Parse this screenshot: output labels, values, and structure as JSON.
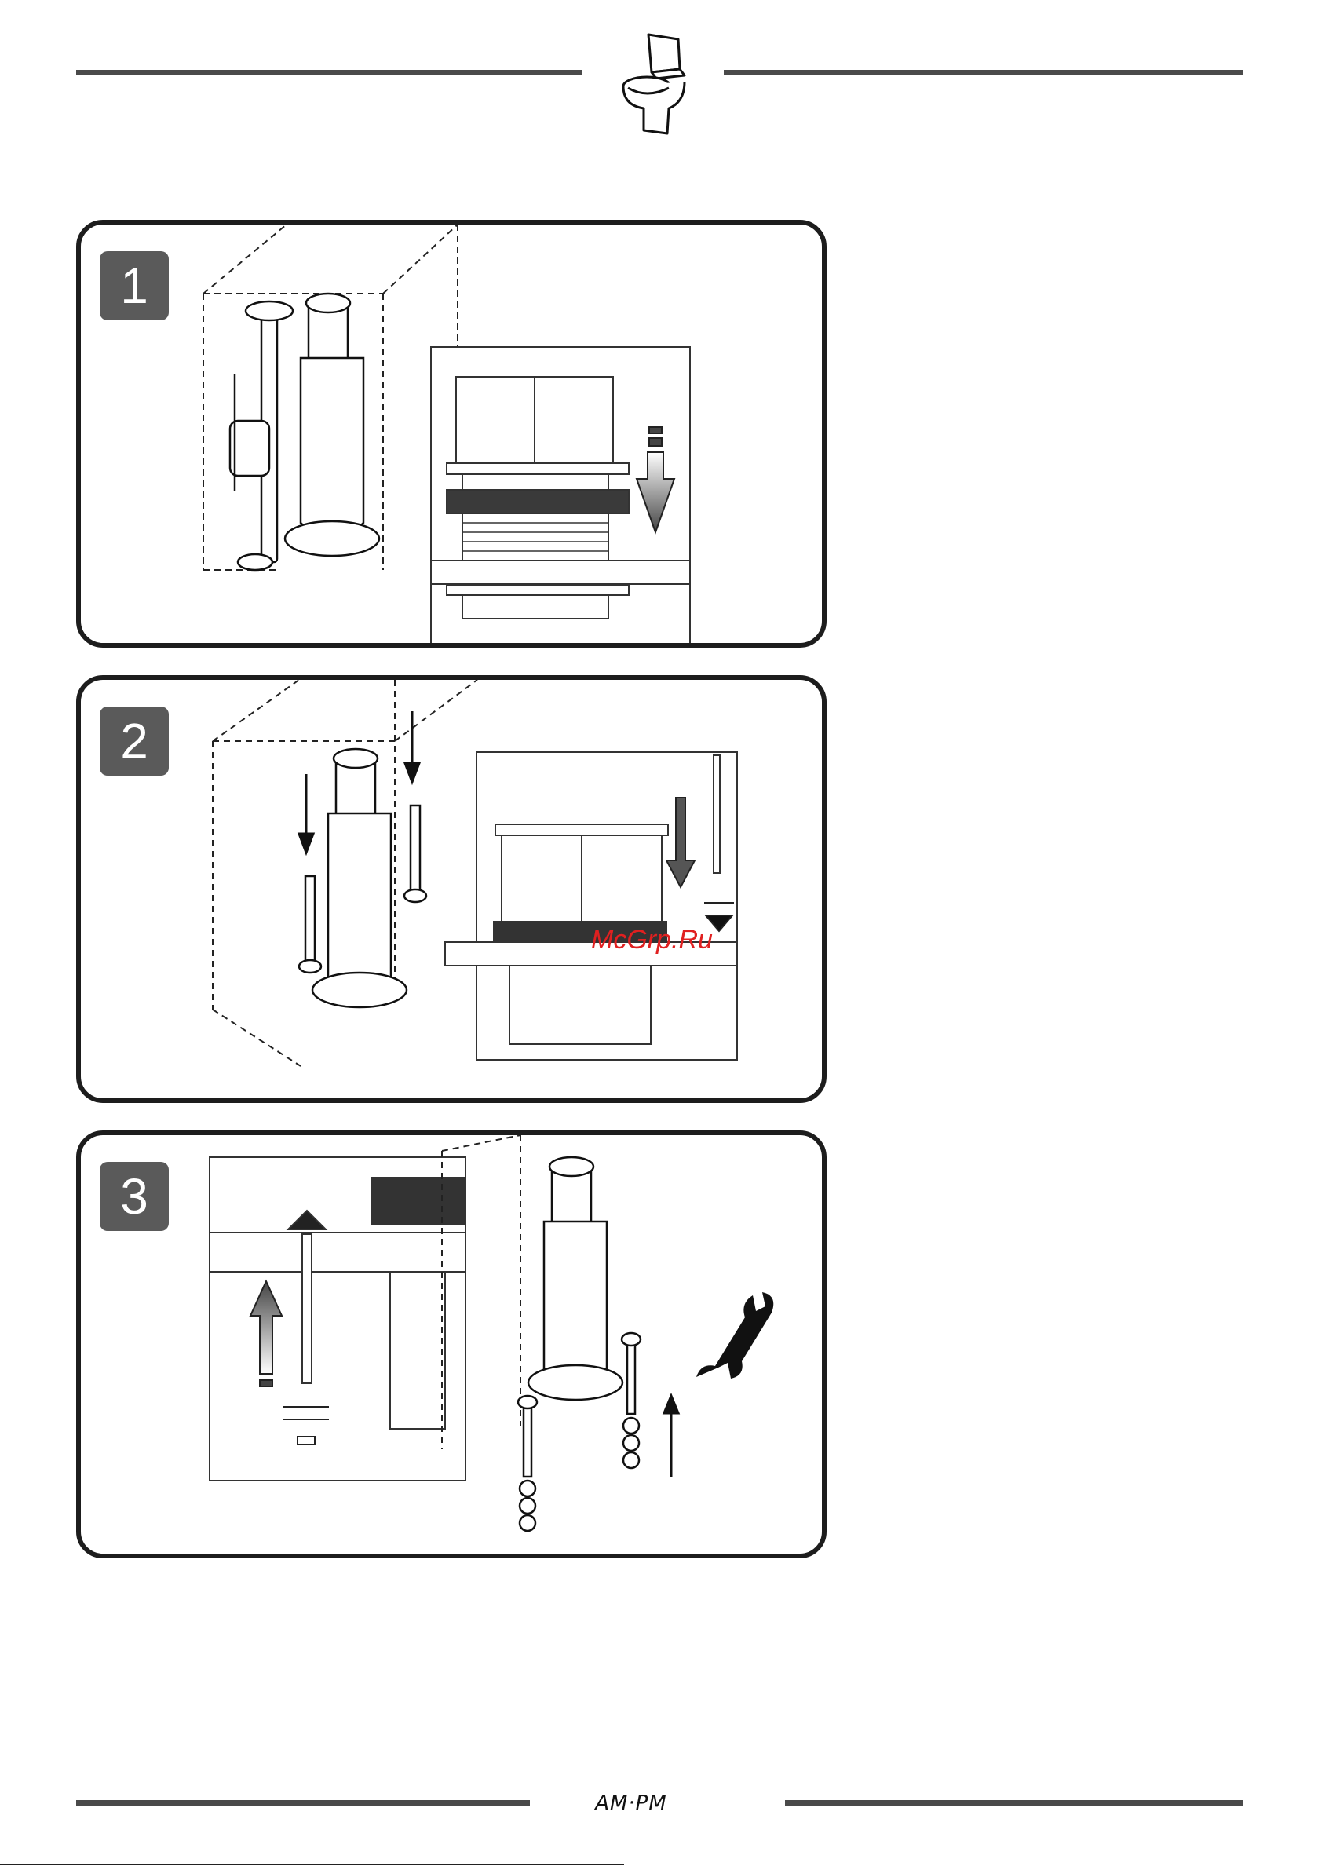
{
  "header": {
    "icon": "toilet-icon"
  },
  "steps": [
    {
      "number": "1"
    },
    {
      "number": "2"
    },
    {
      "number": "3"
    }
  ],
  "watermark": {
    "text": "McGrp.Ru"
  },
  "footer": {
    "brand": "AM·PM"
  },
  "colors": {
    "rule": "#4a4a4a",
    "badge": "#5a5a5a",
    "panel_border": "#1d1d1d",
    "watermark": "#e02020"
  }
}
